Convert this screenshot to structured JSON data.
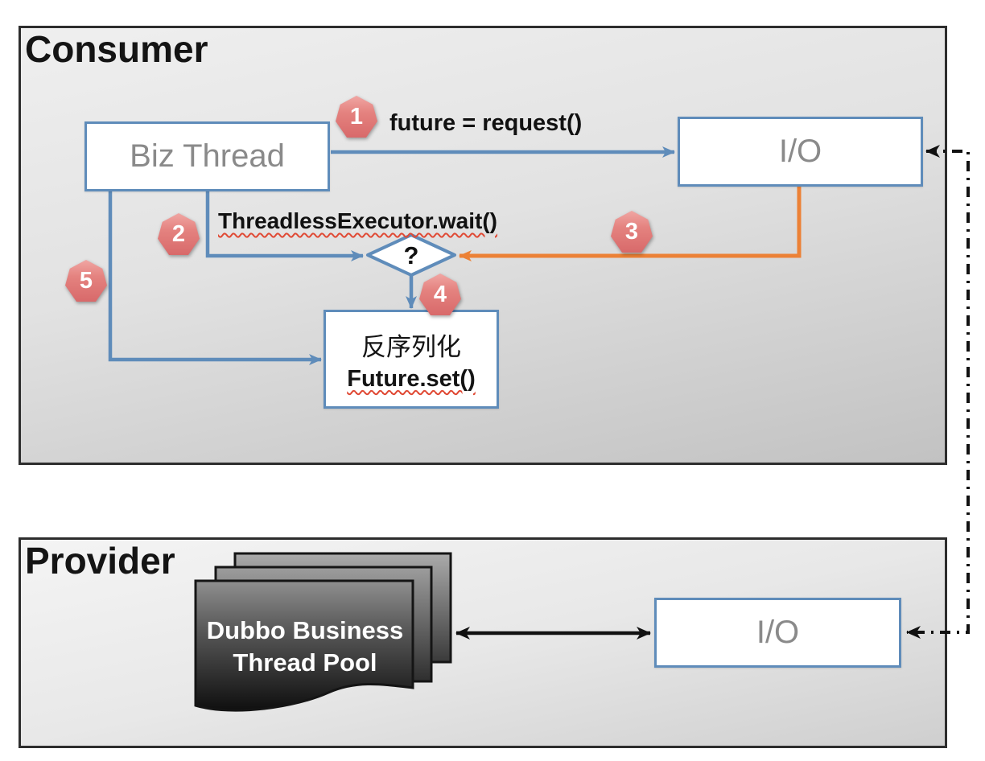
{
  "consumer": {
    "title": "Consumer",
    "biz_thread_label": "Biz Thread",
    "io_label": "I/O",
    "step1_label": "future = request()",
    "step2_label": "ThreadlessExecutor.wait()",
    "decision_label": "?",
    "deserialize_line1": "反序列化",
    "deserialize_line2": "Future.set()"
  },
  "provider": {
    "title": "Provider",
    "pool_line1": "Dubbo Business",
    "pool_line2": "Thread Pool",
    "io_label": "I/O"
  },
  "badges": {
    "b1": "1",
    "b2": "2",
    "b3": "3",
    "b4": "4",
    "b5": "5"
  },
  "colors": {
    "accent_blue": "#5f8cba",
    "accent_orange": "#ec8136",
    "badge_red": "#d8696a",
    "box_text_gray": "#8a8a8a",
    "squiggle_red": "#e04a35"
  }
}
